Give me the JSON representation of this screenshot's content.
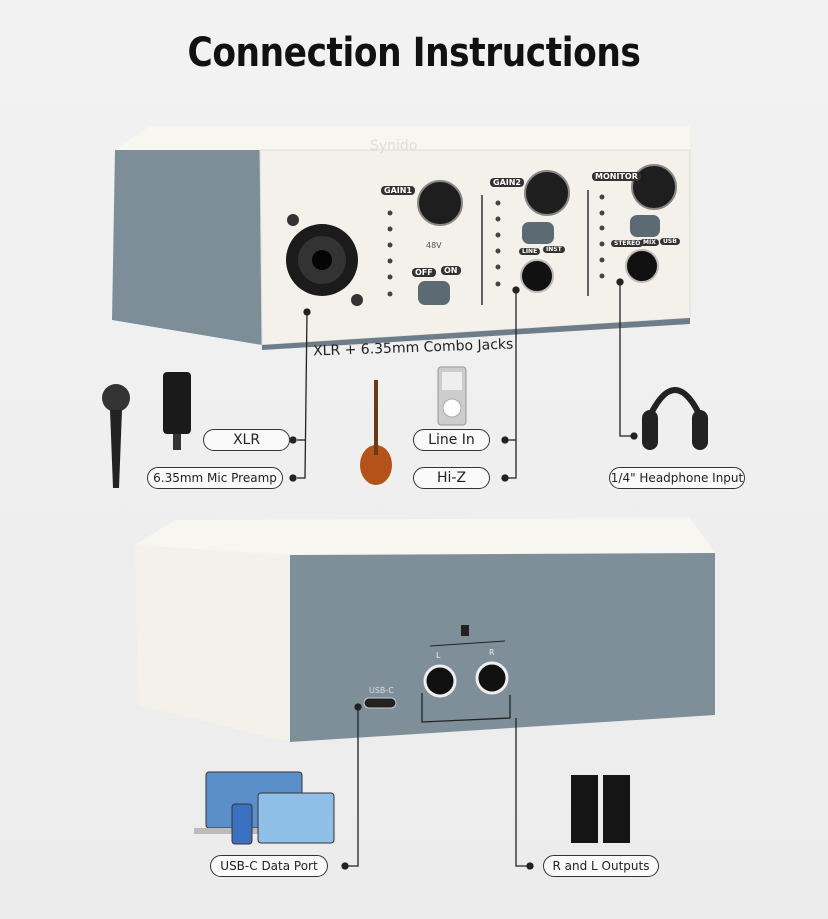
{
  "title": "Connection Instructions",
  "brand_logo": "Synido",
  "front_panel": {
    "gain1": "GAIN1",
    "gain2": "GAIN2",
    "monitor": "MONITOR",
    "phantom": "48V",
    "off": "OFF",
    "on": "ON",
    "line": "LINE",
    "inst": "INST",
    "stereo": "STEREO",
    "mix": "MIX",
    "usb": "USB",
    "combo_caption": "XLR + 6.35mm Combo Jacks"
  },
  "rear_panel": {
    "usb_c": "USB-C",
    "left": "L",
    "right": "R"
  },
  "callouts": {
    "xlr": "XLR",
    "mic_preamp": "6.35mm Mic Preamp",
    "line_in": "Line In",
    "hi_z": "Hi-Z",
    "headphone": "1/4\" Headphone Input",
    "usb_data": "USB-C Data Port",
    "outputs": "R and L Outputs"
  },
  "colors": {
    "panel_white": "#f3f1ea",
    "panel_gray": "#7f8f99",
    "line": "#222222"
  }
}
